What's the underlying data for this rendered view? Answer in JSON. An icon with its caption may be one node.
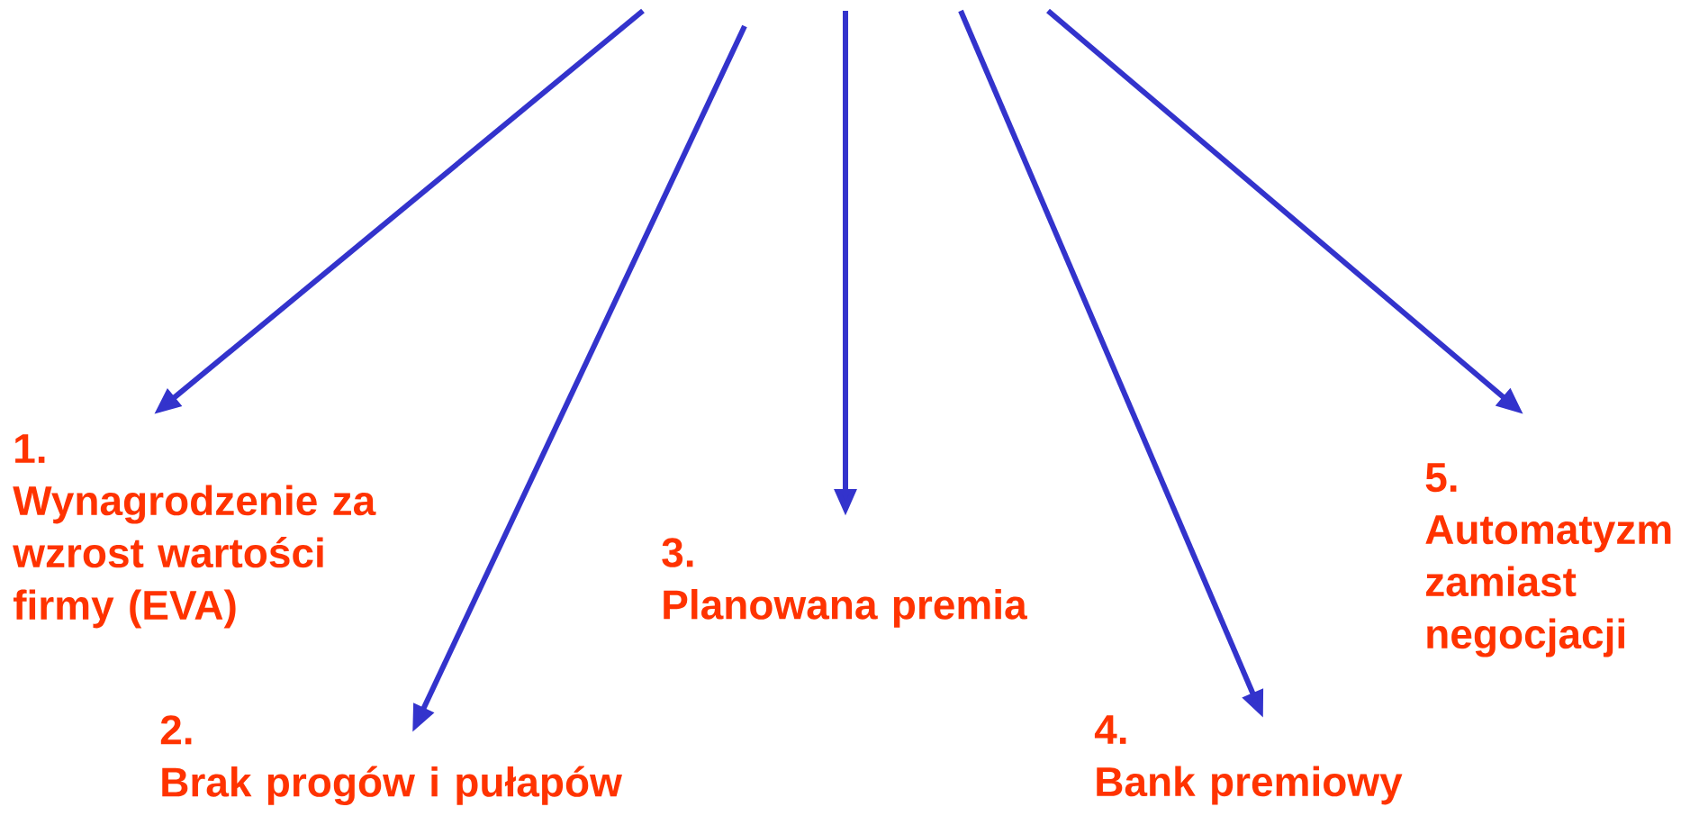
{
  "diagram": {
    "nodes": [
      {
        "text": [
          "1.",
          "Wynagrodzenie za wzrost wartości firmy (EVA)"
        ]
      },
      {
        "text": [
          "2.",
          "Brak progów i pułapów"
        ]
      },
      {
        "text": [
          "3.",
          "Planowana premia"
        ]
      },
      {
        "text": [
          "4.",
          "Bank premiowy"
        ]
      },
      {
        "text": [
          "5.",
          "Automatyzm zamiast negocjacji"
        ]
      }
    ],
    "edges": [
      {
        "from": null,
        "to": 0,
        "arrow": "to"
      },
      {
        "from": null,
        "to": 1,
        "arrow": "to"
      },
      {
        "from": null,
        "to": 2,
        "arrow": "to"
      },
      {
        "from": null,
        "to": 3,
        "arrow": "to"
      },
      {
        "from": null,
        "to": 4,
        "arrow": "to"
      }
    ]
  }
}
